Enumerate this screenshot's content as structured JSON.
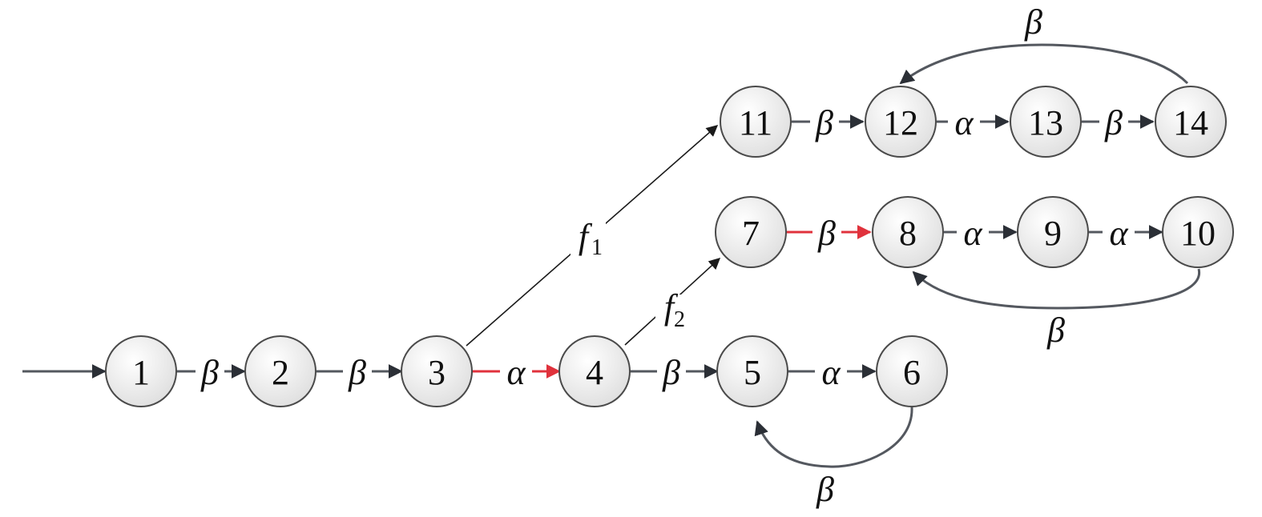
{
  "diagram": {
    "colors": {
      "edge_dark": "#54585f",
      "edge_thin": "#1a1a1a",
      "edge_highlight": "#e0323c",
      "node_stroke": "#4a4a4a"
    },
    "nodes": [
      {
        "id": "1",
        "label": "1"
      },
      {
        "id": "2",
        "label": "2"
      },
      {
        "id": "3",
        "label": "3"
      },
      {
        "id": "4",
        "label": "4"
      },
      {
        "id": "5",
        "label": "5"
      },
      {
        "id": "6",
        "label": "6"
      },
      {
        "id": "7",
        "label": "7"
      },
      {
        "id": "8",
        "label": "8"
      },
      {
        "id": "9",
        "label": "9"
      },
      {
        "id": "10",
        "label": "10"
      },
      {
        "id": "11",
        "label": "11"
      },
      {
        "id": "12",
        "label": "12"
      },
      {
        "id": "13",
        "label": "13"
      },
      {
        "id": "14",
        "label": "14"
      }
    ],
    "edges": [
      {
        "from": "start",
        "to": "1",
        "label": ""
      },
      {
        "from": "1",
        "to": "2",
        "label": "β"
      },
      {
        "from": "2",
        "to": "3",
        "label": "β"
      },
      {
        "from": "3",
        "to": "4",
        "label": "α",
        "highlight": true
      },
      {
        "from": "4",
        "to": "5",
        "label": "β"
      },
      {
        "from": "5",
        "to": "6",
        "label": "α"
      },
      {
        "from": "6",
        "to": "5",
        "label": "β"
      },
      {
        "from": "4",
        "to": "7",
        "label": "f",
        "sub": "2"
      },
      {
        "from": "7",
        "to": "8",
        "label": "β",
        "highlight": true
      },
      {
        "from": "8",
        "to": "9",
        "label": "α"
      },
      {
        "from": "9",
        "to": "10",
        "label": "α"
      },
      {
        "from": "10",
        "to": "8",
        "label": "β"
      },
      {
        "from": "3",
        "to": "11",
        "label": "f",
        "sub": "1"
      },
      {
        "from": "11",
        "to": "12",
        "label": "β"
      },
      {
        "from": "12",
        "to": "13",
        "label": "α"
      },
      {
        "from": "13",
        "to": "14",
        "label": "β"
      },
      {
        "from": "14",
        "to": "12",
        "label": "β"
      }
    ]
  }
}
